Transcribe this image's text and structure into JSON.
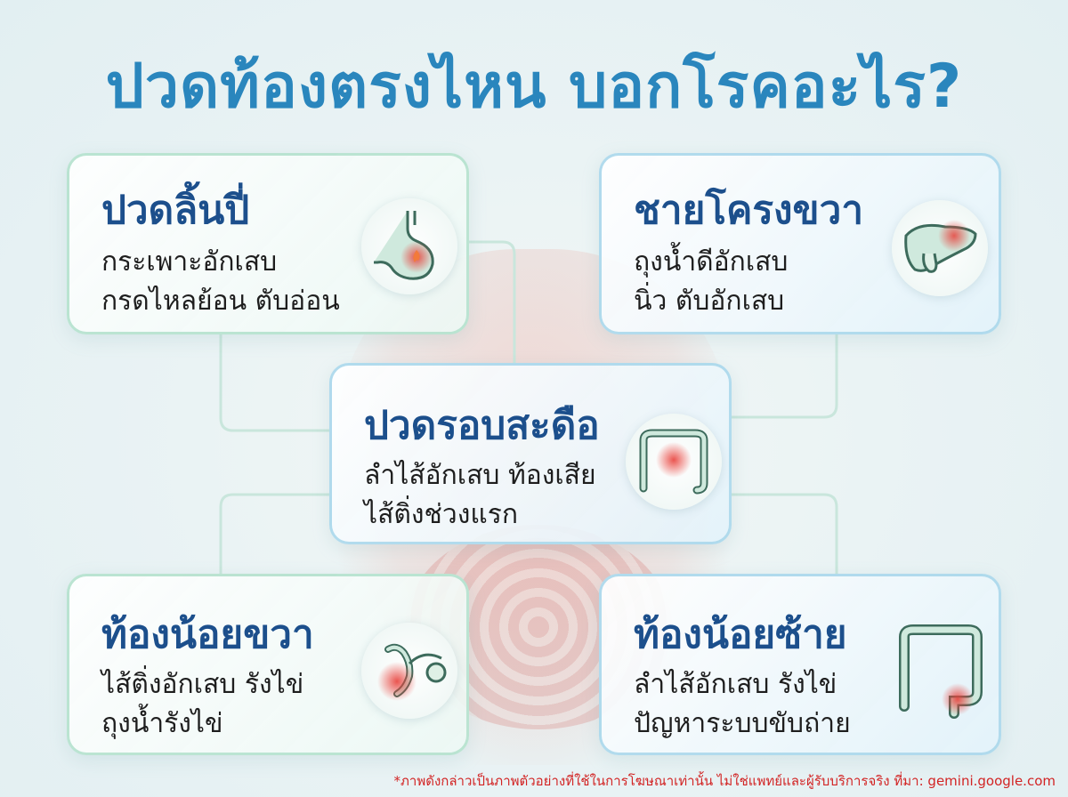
{
  "title": "ปวดท้องตรงไหน บอกโรคอะไร?",
  "cards": {
    "top_left": {
      "heading": "ปวดลิ้นปี่",
      "lines": [
        "กระเพาะอักเสบ",
        "กรดไหลย้อน ตับอ่อน"
      ],
      "icon": "stomach-icon"
    },
    "top_right": {
      "heading": "ชายโครงขวา",
      "lines": [
        "ถุงน้ำดีอักเสบ",
        "นิ่ว ตับอักเสบ"
      ],
      "icon": "liver-icon"
    },
    "center": {
      "heading": "ปวดรอบสะดือ",
      "lines": [
        "ลำไส้อักเสบ ท้องเสีย",
        "ไส้ติ่งช่วงแรก"
      ],
      "icon": "intestine-icon"
    },
    "bottom_left": {
      "heading": "ท้องน้อยขวา",
      "lines": [
        "ไส้ติ่งอักเสบ รังไข่",
        "ถุงน้ำรังไข่"
      ],
      "icon": "ovary-icon"
    },
    "bottom_right": {
      "heading": "ท้องน้อยซ้าย",
      "lines": [
        "ลำไส้อักเสบ รังไข่",
        "ปัญหาระบบขับถ่าย"
      ],
      "icon": "colon-icon"
    }
  },
  "footnote": "*ภาพดังกล่าวเป็นภาพตัวอย่างที่ใช้ในการโฆษณาเท่านั้น ไม่ใช่แพทย์และผู้รับบริการจริง ที่มา: gemini.google.com",
  "colors": {
    "title": "#2a86bd",
    "heading": "#1c4f8c",
    "pain": "#e8423c",
    "organ_stroke": "#3d6b5c",
    "organ_fill": "#cfe9dd"
  }
}
